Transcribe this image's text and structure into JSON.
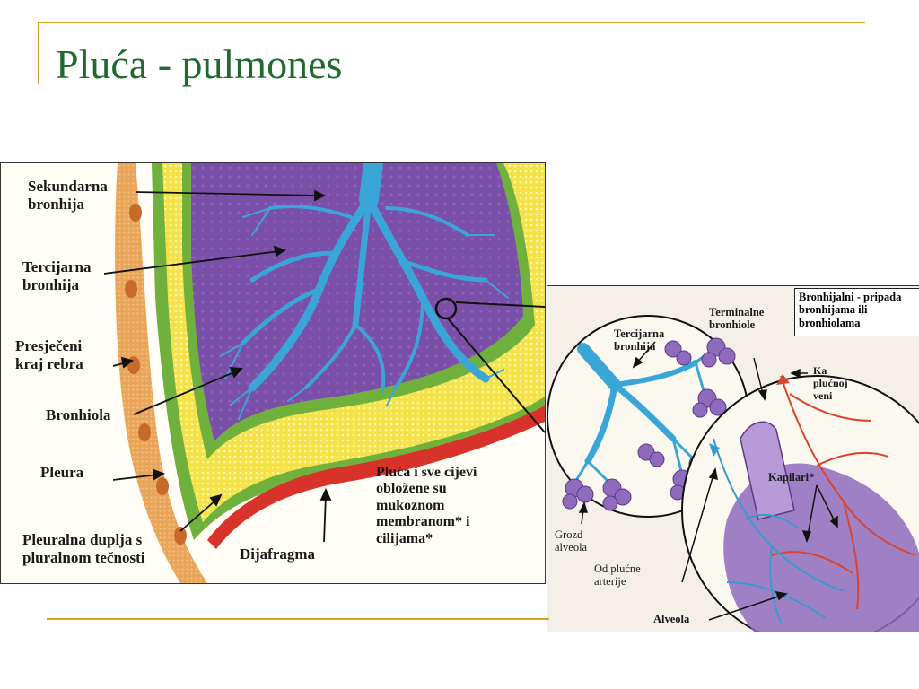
{
  "slide": {
    "title": "Pluća - pulmones"
  },
  "colors": {
    "title": "#1f6b2e",
    "rule": "#d4a51c",
    "lung": "#7a4fa8",
    "bronchi": "#3aa6d8",
    "pleura_green": "#6fb13c",
    "pleura_yellow": "#f4e24a",
    "rib": "#e8a55a",
    "diaphragm": "#d8332a",
    "artery": "#3a9ad0",
    "vein": "#d8442e"
  },
  "left_diagram": {
    "labels": [
      "Sekundarna\nbronhija",
      "Tercijarna\nbronhija",
      "Presječeni\nkraj rebra",
      "Bronhiola",
      "Pleura",
      "Pleuralna duplja s\npluralnom tečnosti",
      "Dijafragma"
    ],
    "note": "Pluća i sve cijevi\nobložene su\nmukoznom\nmembranom* i\ncilijama*"
  },
  "right_diagram": {
    "legend": "Bronhijalni - pripada\nbronhijama ili\nbronhiolama",
    "labels": [
      "Terminalne\nbronhiole",
      "Tercijarna\nbronhija",
      "Ka\nplućnoj\nveni",
      "Kapilari*",
      "Grozd\nalveola",
      "Od plućne\narterije",
      "Alveola"
    ]
  }
}
